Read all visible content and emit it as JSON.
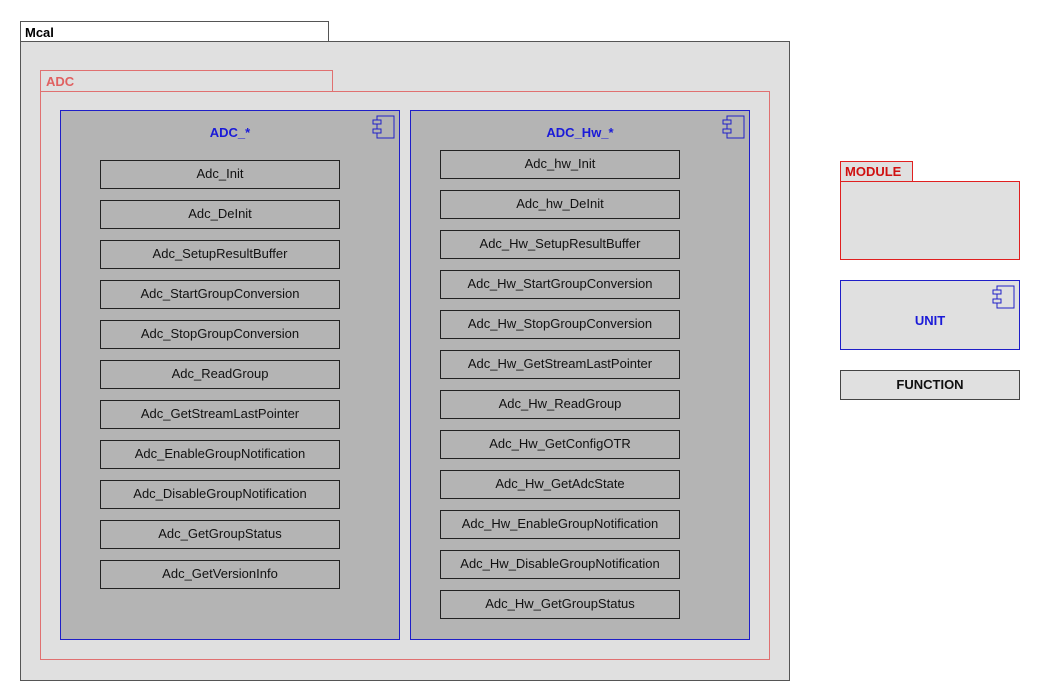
{
  "mcal": {
    "label": "Mcal"
  },
  "adc": {
    "label": "ADC"
  },
  "units": [
    {
      "title": "ADC_*",
      "functions": [
        "Adc_Init",
        "Adc_DeInit",
        "Adc_SetupResultBuffer",
        "Adc_StartGroupConversion",
        "Adc_StopGroupConversion",
        "Adc_ReadGroup",
        "Adc_GetStreamLastPointer",
        "Adc_EnableGroupNotification",
        "Adc_DisableGroupNotification",
        "Adc_GetGroupStatus",
        "Adc_GetVersionInfo"
      ]
    },
    {
      "title": "ADC_Hw_*",
      "functions": [
        "Adc_hw_Init",
        "Adc_hw_DeInit",
        "Adc_Hw_SetupResultBuffer",
        "Adc_Hw_StartGroupConversion",
        "Adc_Hw_StopGroupConversion",
        "Adc_Hw_GetStreamLastPointer",
        "Adc_Hw_ReadGroup",
        "Adc_Hw_GetConfigOTR",
        "Adc_Hw_GetAdcState",
        "Adc_Hw_EnableGroupNotification",
        "Adc_Hw_DisableGroupNotification",
        "Adc_Hw_GetGroupStatus"
      ]
    }
  ],
  "legend": {
    "module": "MODULE",
    "unit": "UNIT",
    "function": "FUNCTION"
  },
  "colors": {
    "module_border": "#e07070",
    "unit_border": "#1f1fc8",
    "unit_title": "#1a1ad8",
    "function_fill": "#b4b4b4"
  }
}
